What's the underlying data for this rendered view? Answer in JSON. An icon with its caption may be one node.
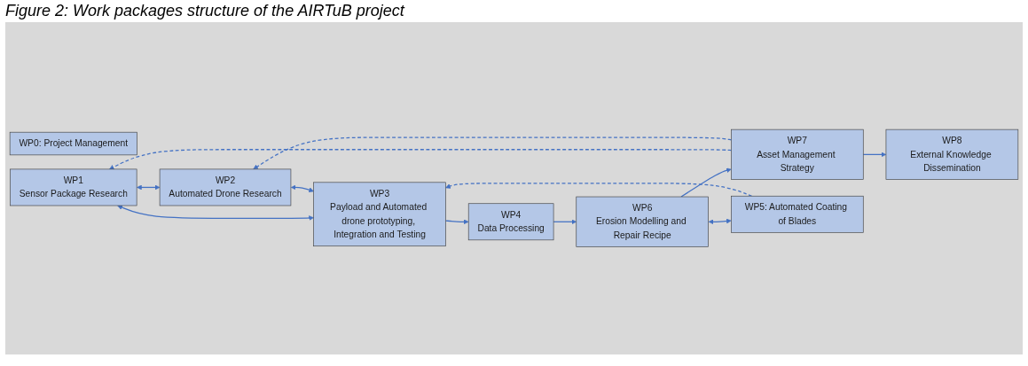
{
  "diagram": {
    "title": "Figure 2: Work packages structure of the AIRTuB project",
    "nodes": [
      {
        "text": [
          "WP0: Project Management"
        ]
      },
      {
        "text": [
          "WP1",
          "Sensor Package Research"
        ]
      },
      {
        "text": [
          "WP2",
          "Automated Drone Research"
        ]
      },
      {
        "text": [
          "WP3",
          "Payload and Automated drone prototyping, Integration and Testing"
        ]
      },
      {
        "text": [
          "WP4",
          "Data Processing"
        ]
      },
      {
        "text": [
          "WP6",
          "Erosion Modelling and Repair Recipe"
        ]
      },
      {
        "text": [
          "WP7",
          "Asset Management Strategy"
        ]
      },
      {
        "text": [
          "WP8",
          "External Knowledge Dissemination"
        ]
      },
      {
        "text": [
          "WP5: Automated Coating of Blades"
        ]
      }
    ],
    "edges": [
      {
        "from": 1,
        "to": 2,
        "arrow": "both"
      },
      {
        "from": 1,
        "to": 3,
        "arrow": "both"
      },
      {
        "from": 2,
        "to": 3,
        "arrow": "both"
      },
      {
        "from": 3,
        "to": 4,
        "arrow": "to"
      },
      {
        "from": 4,
        "to": 5,
        "arrow": "to"
      },
      {
        "from": 5,
        "to": 6,
        "arrow": "to"
      },
      {
        "from": 6,
        "to": 7,
        "arrow": "to"
      },
      {
        "from": 5,
        "to": 8,
        "arrow": "both"
      },
      {
        "from": 8,
        "to": 3,
        "arrow": "to",
        "style": "dashed"
      },
      {
        "from": 6,
        "to": 1,
        "arrow": "to",
        "style": "dashed"
      },
      {
        "from": 6,
        "to": 2,
        "arrow": "to",
        "style": "dashed"
      }
    ]
  }
}
